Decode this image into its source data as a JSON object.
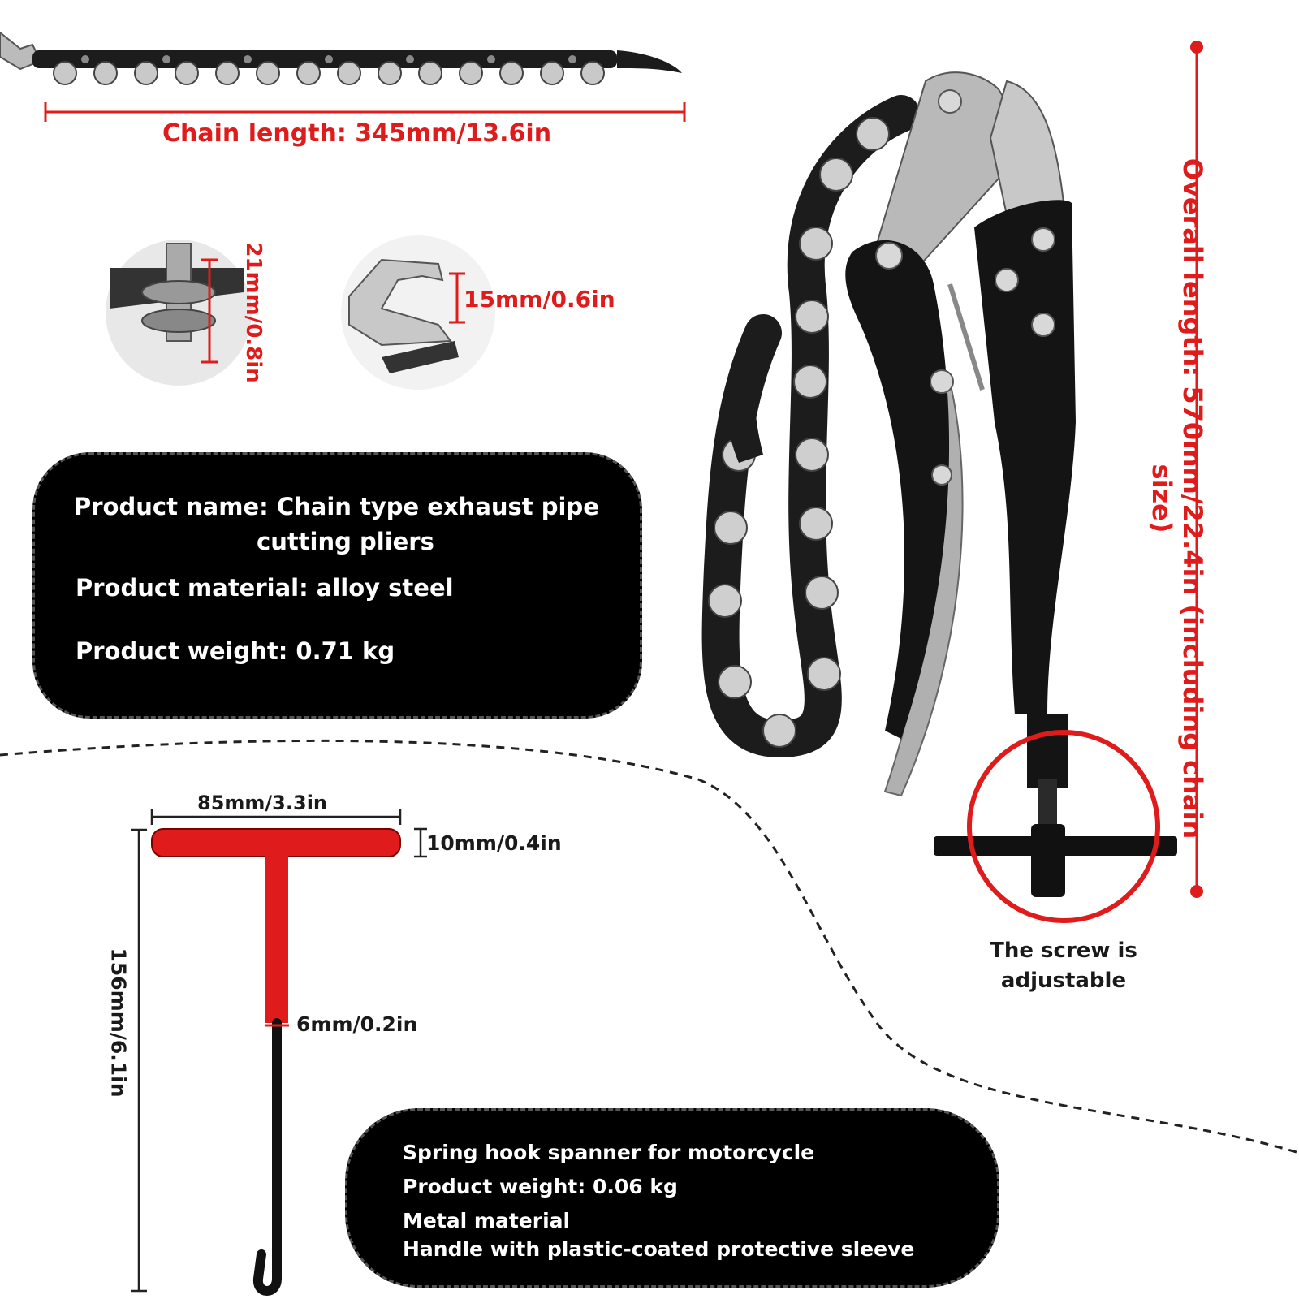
{
  "chain_length_label": "Chain length: 345mm/13.6in",
  "pin_dim_label": "21mm/0.8in",
  "hook_dim_label": "15mm/0.6in",
  "overall_length_label": "Overall length: 570mm/22.4in (including chain size)",
  "screw_note": {
    "line1": "The screw is",
    "line2": "adjustable"
  },
  "pliers_info": {
    "name_line1": "Product name: Chain type exhaust pipe",
    "name_line2": "cutting pliers",
    "material": "Product material: alloy steel",
    "weight": "Product weight: 0.71 kg"
  },
  "tool_dims": {
    "handle_width": "85mm/3.3in",
    "handle_thickness": "10mm/0.4in",
    "shaft_diameter": "6mm/0.2in",
    "total_height": "156mm/6.1in"
  },
  "hook_info": {
    "line1": "Spring hook spanner for motorcycle",
    "line2": "Product weight: 0.06 kg",
    "line3": "Metal material",
    "line4": "Handle with plastic-coated protective sleeve"
  },
  "colors": {
    "accent_red": "#e01b1b",
    "panel_black": "#000000"
  }
}
